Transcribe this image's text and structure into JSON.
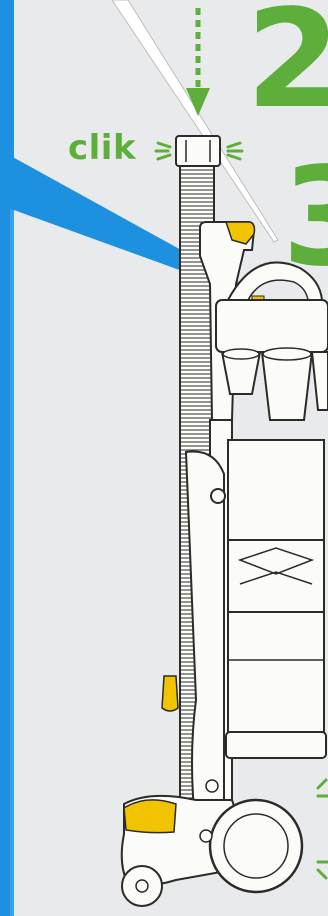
{
  "instruction": {
    "sound_label": "clik",
    "step_numbers": [
      "2",
      "3"
    ]
  },
  "colors": {
    "background": "#e9eaeb",
    "accent_green": "#5dae3a",
    "accent_blue": "#1e90e0",
    "accent_yellow": "#f2c300",
    "outline": "#2b2b2b",
    "machine_body": "#fbfbf7"
  },
  "icons": [
    "down-arrow-icon",
    "click-sparkle-icon"
  ]
}
